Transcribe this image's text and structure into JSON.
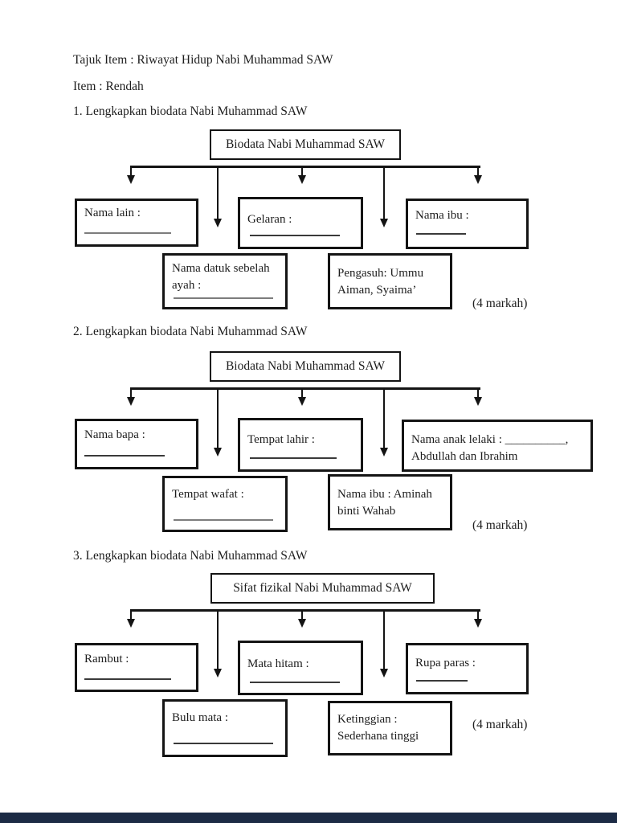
{
  "doc": {
    "title_line": "Tajuk Item : Riwayat Hidup Nabi Muhammad SAW",
    "level_line": "Item : Rendah",
    "footer_bar_color": "#1c2b45"
  },
  "sections": [
    {
      "question": "1. Lengkapkan biodata Nabi Muhammad SAW",
      "title": "Biodata Nabi Muhammad SAW",
      "marks": "(4 markah)",
      "boxes": [
        {
          "line1": "Nama lain :"
        },
        {
          "line1": "Gelaran :"
        },
        {
          "line1": "Nama ibu :"
        },
        {
          "line1": "Nama datuk sebelah",
          "line2": "ayah :"
        },
        {
          "line1": "Pengasuh: Ummu",
          "line2": "Aiman, Syaima’"
        }
      ]
    },
    {
      "question": "2. Lengkapkan biodata Nabi Muhammad SAW",
      "title": "Biodata Nabi Muhammad SAW",
      "marks": "(4 markah)",
      "boxes": [
        {
          "line1": "Nama bapa :"
        },
        {
          "line1": "Tempat lahir :"
        },
        {
          "line1": "Nama anak lelaki : __________,",
          "line2": "Abdullah dan Ibrahim"
        },
        {
          "line1": "Tempat wafat :"
        },
        {
          "line1": "Nama ibu : Aminah",
          "line2": "binti Wahab"
        }
      ]
    },
    {
      "question": "3. Lengkapkan biodata Nabi Muhammad SAW",
      "title": "Sifat fizikal Nabi Muhammad SAW",
      "marks": "(4 markah)",
      "boxes": [
        {
          "line1": "Rambut :"
        },
        {
          "line1": "Mata hitam :"
        },
        {
          "line1": "Rupa paras :"
        },
        {
          "line1": "Bulu mata :"
        },
        {
          "line1": "Ketinggian :",
          "line2": "Sederhana tinggi"
        }
      ]
    }
  ]
}
